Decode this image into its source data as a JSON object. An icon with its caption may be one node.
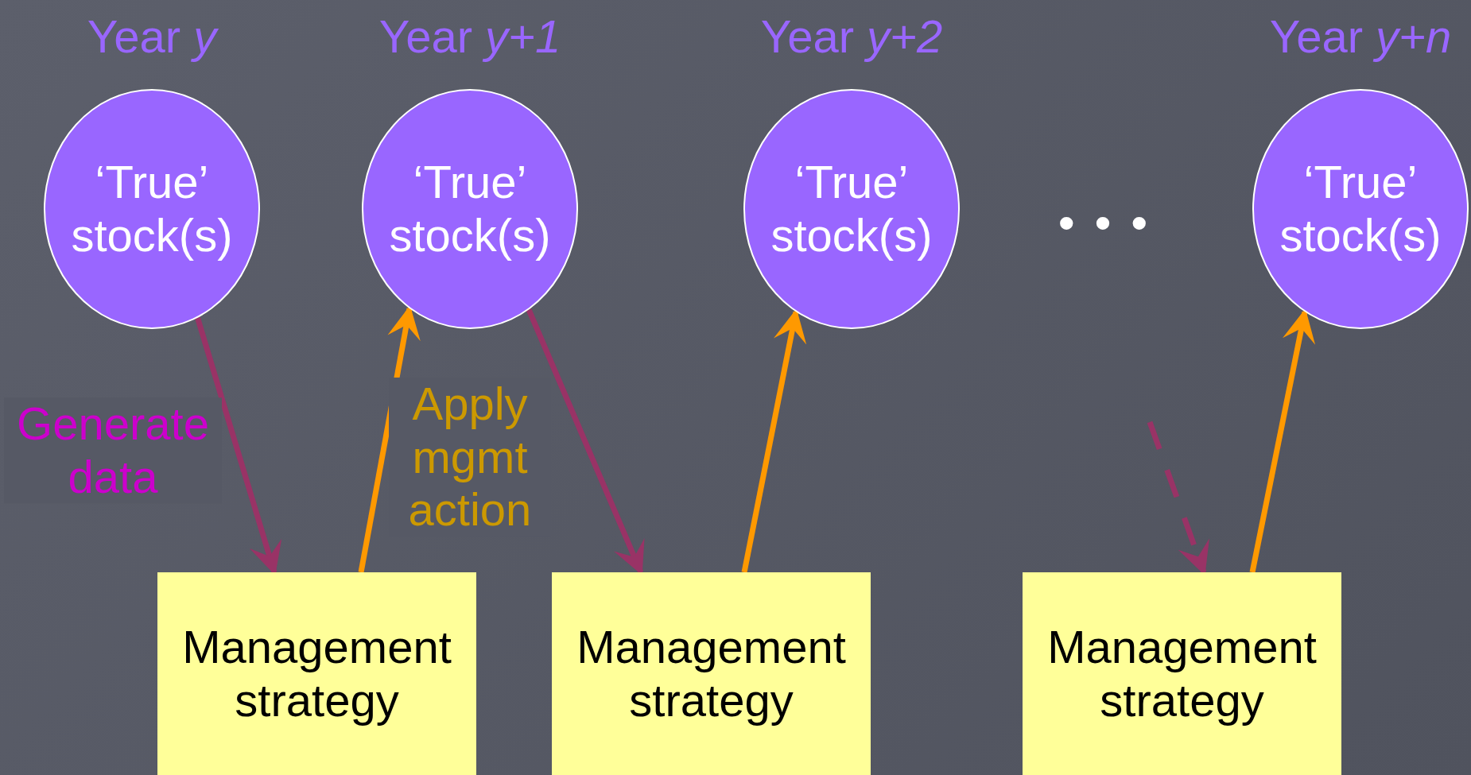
{
  "diagram": {
    "nodes": [
      {
        "text": [
          "‘True’ stock(s)"
        ],
        "beside": [
          "Year *y*"
        ]
      },
      {
        "text": [
          "‘True’ stock(s)"
        ],
        "beside": [
          "Year *y+1*"
        ]
      },
      {
        "text": [
          "‘True’ stock(s)"
        ],
        "beside": [
          "Year *y+2*"
        ]
      },
      {
        "text": [
          "‘True’ stock(s)"
        ],
        "beside": [
          "Year *y+n*"
        ]
      },
      {
        "text": [
          "Management strategy"
        ]
      },
      {
        "text": [
          "Management strategy"
        ]
      },
      {
        "text": [
          "Management strategy"
        ]
      }
    ],
    "edges": [
      {
        "from": 0,
        "to": 4,
        "arrow": "to",
        "label": "Generate data",
        "color": "#993366"
      },
      {
        "from": 4,
        "to": 1,
        "arrow": "to",
        "label": "Apply mgmt action",
        "color": "#ff9900"
      },
      {
        "from": 1,
        "to": 5,
        "arrow": "to",
        "color": "#993366"
      },
      {
        "from": 5,
        "to": 2,
        "arrow": "to",
        "color": "#ff9900"
      },
      {
        "from": null,
        "to": 6,
        "arrow": "to",
        "style": "dashed",
        "color": "#993366"
      },
      {
        "from": 6,
        "to": 3,
        "arrow": "to",
        "color": "#ff9900"
      }
    ],
    "labels": [
      "• • •"
    ]
  }
}
